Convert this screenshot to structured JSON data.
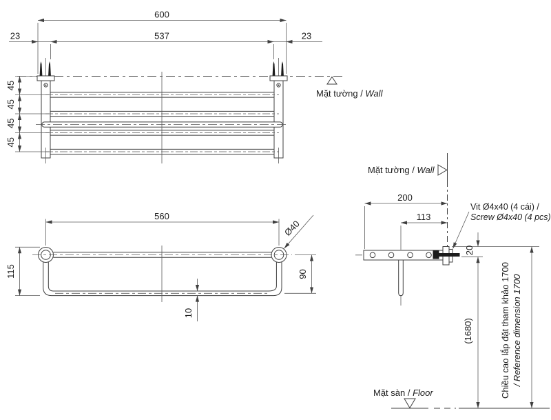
{
  "drawing": {
    "plan_view": {
      "wall_label": {
        "text": "Mặt tường / ",
        "italic": "Wall"
      },
      "dim_overall": "600",
      "dim_screw_span": "537",
      "dim_offset_left": "23",
      "dim_offset_right": "23",
      "dim_bar_pitch": [
        "45",
        "45",
        "45",
        "45"
      ]
    },
    "front_view": {
      "dim_rail_span": "560",
      "dim_flange_dia": "Ø40",
      "dim_height_left": "115",
      "dim_height_right": "90",
      "dim_rail_dia": "10"
    },
    "side_view": {
      "wall_label": {
        "text": "Mặt tường / ",
        "italic": "Wall"
      },
      "floor_label": {
        "text": "Mặt sàn / ",
        "italic": "Floor"
      },
      "screw_note_line1": "Vit Ø4x40 (4 cái) /",
      "screw_note_line2": "Screw Ø4x40 (4 pcs)",
      "dim_depth": "200",
      "dim_rail_offset": "113",
      "dim_plate_screw": "20",
      "dim_floor_to_screw": "(1680)",
      "ref_height_vi": "Chiều cao lắp đặt tham khảo 1700",
      "ref_height_en": "/ Reference dimension 1700"
    }
  }
}
